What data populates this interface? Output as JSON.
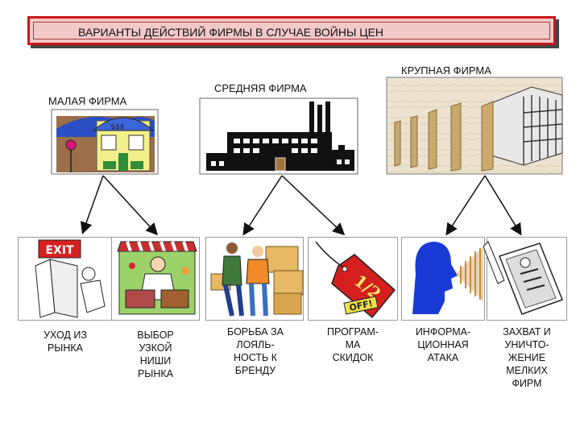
{
  "title": "ВАРИАНТЫ ДЕЙСТВИЙ ФИРМЫ В СЛУЧАЕ ВОЙНЫ ЦЕН",
  "firms": {
    "small": "МАЛАЯ ФИРМА",
    "medium": "СРЕДНЯЯ ФИРМА",
    "large": "КРУПНАЯ ФИРМА"
  },
  "options": [
    {
      "caption": "УХОД ИЗ\nРЫНКА",
      "icon": "exit-icon"
    },
    {
      "caption": "ВЫБОР\nУЗКОЙ\nНИШИ\nРЫНКА",
      "icon": "market-stall-icon"
    },
    {
      "caption": "БОРЬБА ЗА\nЛОЯЛЬ-\nНОСТЬ К\nБРЕНДУ",
      "icon": "people-with-boxes-icon"
    },
    {
      "caption": "ПРОГРАМ-\nМА\nСКИДОК",
      "icon": "discount-tag-icon"
    },
    {
      "caption": "ИНФОРМА-\nЦИОННАЯ\nАТАКА",
      "icon": "speaking-head-icon"
    },
    {
      "caption": "ЗАХВАТ И\nУНИЧТО-\nЖЕНИЕ\nМЕЛКИХ\nФИРМ",
      "icon": "certificate-icon"
    }
  ],
  "exit_sign": "EXIT",
  "tag_text": "1/2",
  "tag_off": "OFF!",
  "shop_sign": "$$$",
  "colors": {
    "title_border": "#c81a1a",
    "title_bg": "#f2c9c9",
    "arrow": "#111111"
  }
}
